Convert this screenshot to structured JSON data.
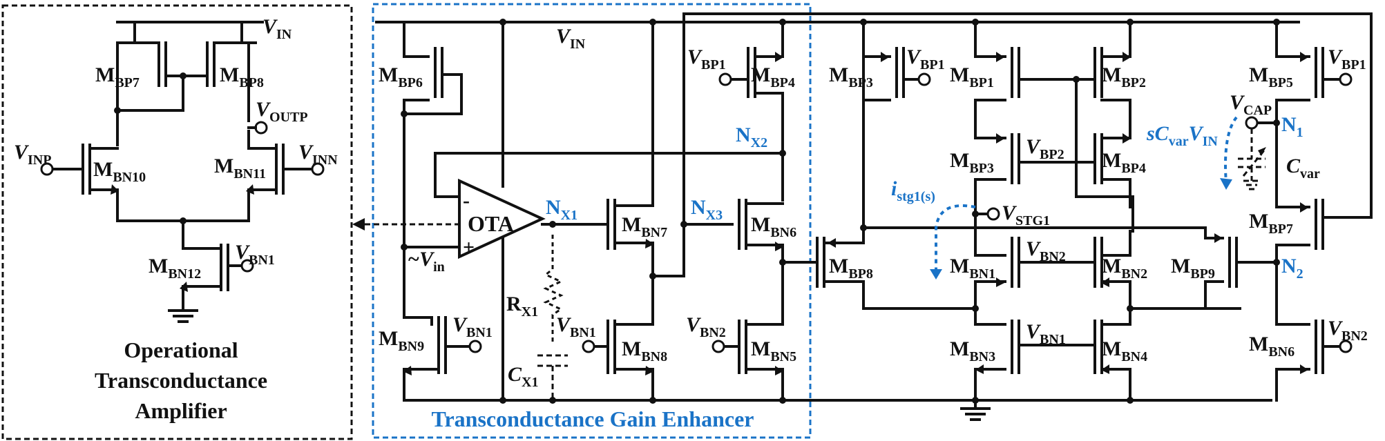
{
  "labels": {
    "vin_left": {
      "main": "V",
      "sub": "IN"
    },
    "vin_mid": {
      "main": "V",
      "sub": "IN"
    },
    "mbp7": {
      "main": "M",
      "sub": "BP7"
    },
    "mbp8": {
      "main": "M",
      "sub": "BP8"
    },
    "voutp": {
      "main": "V",
      "sub": "OUTP"
    },
    "vinp": {
      "main": "V",
      "sub": "INP"
    },
    "vinn": {
      "main": "V",
      "sub": "INN"
    },
    "mbn10": {
      "main": "M",
      "sub": "BN10"
    },
    "mbn11": {
      "main": "M",
      "sub": "BN11"
    },
    "mbn12": {
      "main": "M",
      "sub": "BN12"
    },
    "vbn1_left": {
      "main": "V",
      "sub": "BN1"
    },
    "mbp6": {
      "main": "M",
      "sub": "BP6"
    },
    "ota": "OTA",
    "ota_minus": "-",
    "ota_plus": "+",
    "vinsmall": {
      "main": "~V",
      "sub": "in"
    },
    "nx1": {
      "main": "N",
      "sub": "X1"
    },
    "nx2": {
      "main": "N",
      "sub": "X2"
    },
    "nx3": {
      "main": "N",
      "sub": "X3"
    },
    "rx1": {
      "main": "R",
      "sub": "X1"
    },
    "cx1": {
      "main": "C",
      "sub": "X1"
    },
    "mbn9": {
      "main": "M",
      "sub": "BN9"
    },
    "vbn1_b": {
      "main": "V",
      "sub": "BN1"
    },
    "vbn1_c": {
      "main": "V",
      "sub": "BN1"
    },
    "mbn7": {
      "main": "M",
      "sub": "BN7"
    },
    "mbn8": {
      "main": "M",
      "sub": "BN8"
    },
    "vbp1_a": {
      "main": "V",
      "sub": "BP1"
    },
    "mbp4_a": {
      "main": "M",
      "sub": "BP4"
    },
    "mbn6_a": {
      "main": "M",
      "sub": "BN6"
    },
    "vbn2_a": {
      "main": "V",
      "sub": "BN2"
    },
    "mbn5": {
      "main": "M",
      "sub": "BN5"
    },
    "mbp8_r": {
      "main": "M",
      "sub": "BP8"
    },
    "mbp3_a": {
      "main": "M",
      "sub": "BP3"
    },
    "vbp1_b": {
      "main": "V",
      "sub": "BP1"
    },
    "mbp1": {
      "main": "M",
      "sub": "BP1"
    },
    "mbp2": {
      "main": "M",
      "sub": "BP2"
    },
    "mbp3_b": {
      "main": "M",
      "sub": "BP3"
    },
    "vbp2": {
      "main": "V",
      "sub": "BP2"
    },
    "mbp4_b": {
      "main": "M",
      "sub": "BP4"
    },
    "istg": {
      "main": "i",
      "sub": "stg1(s)"
    },
    "vstg1": {
      "main": "V",
      "sub": "STG1"
    },
    "mbn1": {
      "main": "M",
      "sub": "BN1"
    },
    "vbn2_b": {
      "main": "V",
      "sub": "BN2"
    },
    "mbn2": {
      "main": "M",
      "sub": "BN2"
    },
    "mbn3": {
      "main": "M",
      "sub": "BN3"
    },
    "vbn1_d": {
      "main": "V",
      "sub": "BN1"
    },
    "mbn4": {
      "main": "M",
      "sub": "BN4"
    },
    "mbp9": {
      "main": "M",
      "sub": "BP9"
    },
    "mbp5": {
      "main": "M",
      "sub": "BP5"
    },
    "vbp1_c": {
      "main": "V",
      "sub": "BP1"
    },
    "vcap": {
      "main": "V",
      "sub": "CAP"
    },
    "n1": {
      "main": "N",
      "sub": "1"
    },
    "scvar": {
      "main": "sC",
      "sub1": "var",
      "main2": "V",
      "sub2": "IN"
    },
    "cvar": {
      "main": "C",
      "sub": "var"
    },
    "mbp7_r": {
      "main": "M",
      "sub": "BP7"
    },
    "n2": {
      "main": "N",
      "sub": "2"
    },
    "mbn6_b": {
      "main": "M",
      "sub": "BN6"
    },
    "vbn2_c": {
      "main": "V",
      "sub": "BN2"
    }
  },
  "titles": {
    "ota_title_1": "Operational",
    "ota_title_2": "Transconductance",
    "ota_title_3": "Amplifier",
    "tge_title": "Transconductance Gain Enhancer"
  },
  "colors": {
    "accent_blue": "#1a73c7",
    "ink": "#111111"
  }
}
